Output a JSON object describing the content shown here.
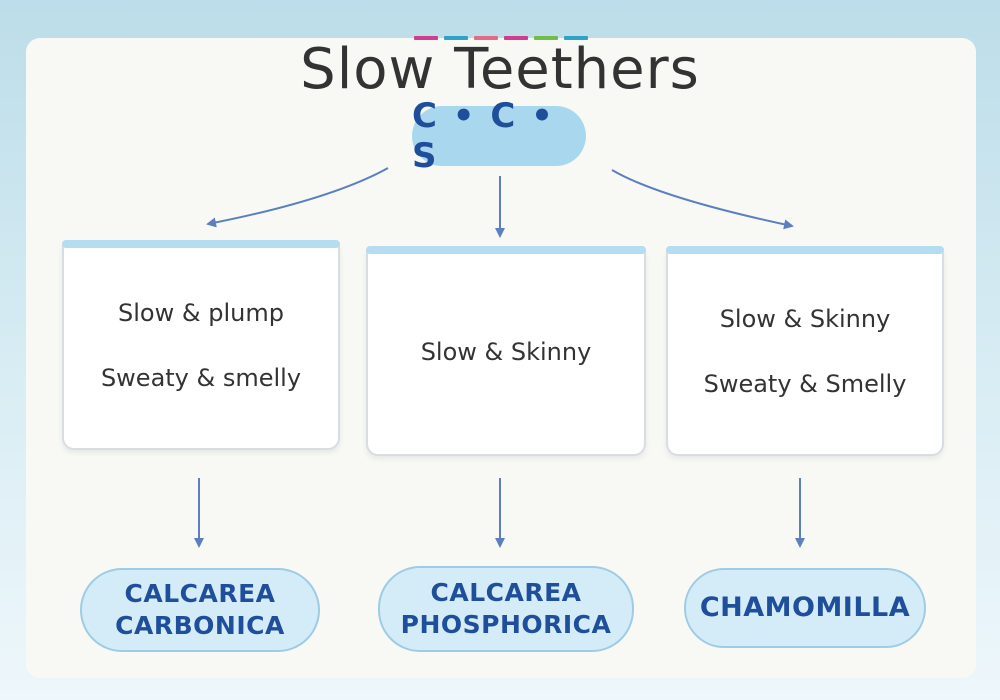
{
  "title": "Slow Teethers",
  "ccs_label": "C • C • S",
  "colors": {
    "accent_pill": "#a9d8ee",
    "remedy_fill": "#d4ecf8",
    "text_blue": "#1f4e9b",
    "arrow": "#5b7fbf",
    "strip": [
      "#d13c8f",
      "#2fa3c7",
      "#e06c88",
      "#d13c8f",
      "#6cc04a",
      "#2fa3c7"
    ]
  },
  "boxes": [
    {
      "lines": [
        "Slow & plump",
        "Sweaty & smelly"
      ]
    },
    {
      "lines": [
        "Slow & Skinny"
      ]
    },
    {
      "lines": [
        "Slow & Skinny",
        "Sweaty & Smelly"
      ]
    }
  ],
  "remedies": [
    {
      "lines": [
        "CALCAREA",
        "CARBONICA"
      ]
    },
    {
      "lines": [
        "CALCAREA",
        "PHOSPHORICA"
      ]
    },
    {
      "lines": [
        "CHAMOMILLA"
      ]
    }
  ]
}
